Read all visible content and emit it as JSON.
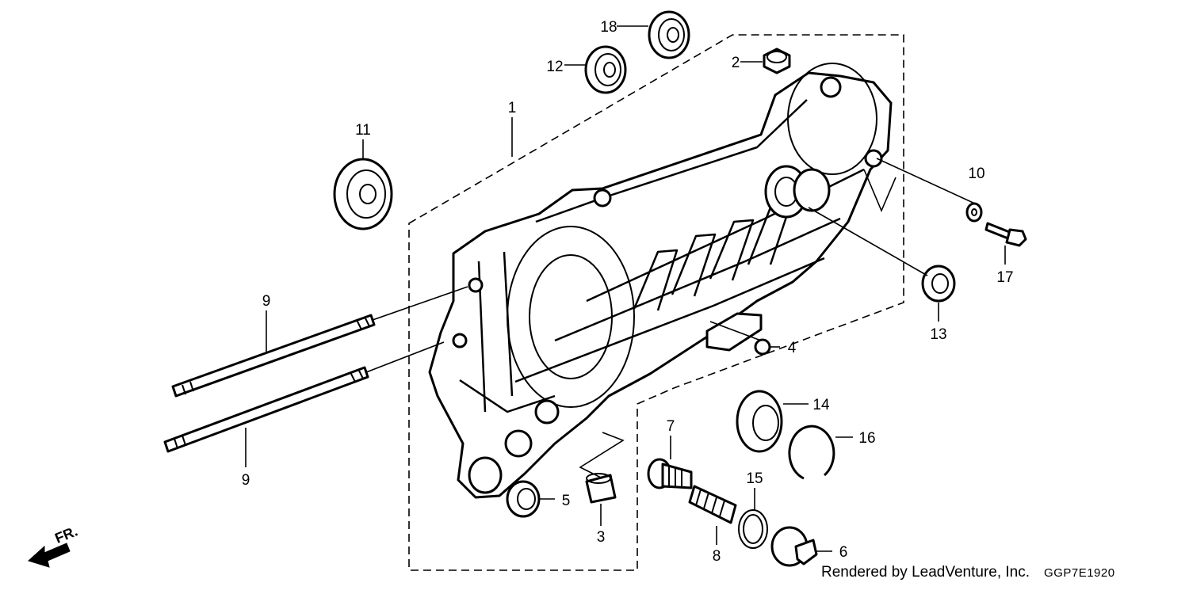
{
  "callouts": {
    "c1": "1",
    "c2": "2",
    "c3": "3",
    "c4": "4",
    "c5": "5",
    "c6": "6",
    "c7": "7",
    "c8": "8",
    "c9a": "9",
    "c9b": "9",
    "c10": "10",
    "c11": "11",
    "c12": "12",
    "c13": "13",
    "c14": "14",
    "c15": "15",
    "c16": "16",
    "c17": "17",
    "c18": "18"
  },
  "front_arrow_label": "FR.",
  "footer": {
    "credit": "Rendered by LeadVenture, Inc.",
    "code": "GGP7E1920"
  }
}
